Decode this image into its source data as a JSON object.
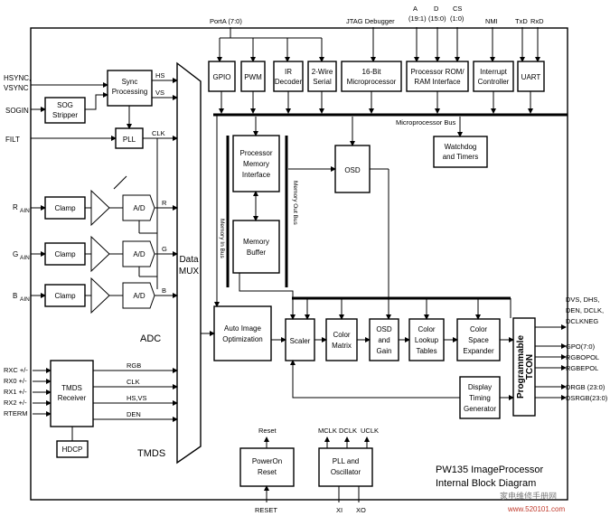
{
  "diagram": {
    "title_line1": "PW135 ImageProcessor",
    "title_line2": "Internal Block Diagram",
    "section_adc": "ADC",
    "section_tmds": "TMDS",
    "watermark_cn": "家电维修手册网",
    "watermark_url": "www.520101.com",
    "blocks": {
      "sync": [
        "Sync",
        "Processing"
      ],
      "sog": [
        "SOG",
        "Stripper"
      ],
      "pll": "PLL",
      "clamp": "Clamp",
      "ad": "A/D",
      "mux": [
        "Data",
        "MUX"
      ],
      "tmds_rx": [
        "TMDS",
        "Receiver"
      ],
      "hdcp": "HDCP",
      "gpio": "GPIO",
      "pwm": "PWM",
      "ir": [
        "IR",
        "Decoder"
      ],
      "serial": [
        "2-Wire",
        "Serial"
      ],
      "micro": [
        "16-Bit",
        "Microprocessor"
      ],
      "rom": [
        "Processor ROM/",
        "RAM Interface"
      ],
      "intc": [
        "Interrupt",
        "Controller"
      ],
      "uart": "UART",
      "watchdog": [
        "Watchdog",
        "and Timers"
      ],
      "pmi": [
        "Processor",
        "Memory",
        "Interface"
      ],
      "membuf": [
        "Memory",
        "Buffer"
      ],
      "osd_top": "OSD",
      "autoimg": [
        "Auto Image",
        "Optimization"
      ],
      "scaler": "Scaler",
      "colormatrix": [
        "Color",
        "Matrix"
      ],
      "osdgain": [
        "OSD",
        "and",
        "Gain"
      ],
      "lut": [
        "Color",
        "Lookup",
        "Tables"
      ],
      "csexp": [
        "Color",
        "Space",
        "Expander"
      ],
      "tcon": [
        "Programmable",
        "TCON"
      ],
      "dtg": [
        "Display",
        "Timing",
        "Generator"
      ],
      "reset": [
        "PowerOn",
        "Reset"
      ],
      "pllosc": [
        "PLL and",
        "Oscillator"
      ]
    },
    "bus_labels": {
      "micro_bus": "Microprocessor Bus",
      "mem_in_bus": "Memory In Bus",
      "mem_out_bus": "Memory Out Bus"
    },
    "inputs": {
      "hsync": "HSYNC,",
      "vsync": "VSYNC",
      "sogin": "SOGIN",
      "filt": "FILT",
      "rain": [
        "R",
        "AIN"
      ],
      "gain": [
        "G",
        "AIN"
      ],
      "bain": [
        "B",
        "AIN"
      ],
      "rxc": "RXC +/-",
      "rx0": "RX0 +/-",
      "rx1": "RX1 +/-",
      "rx2": "RX2 +/-",
      "rterm": "RTERM"
    },
    "signals": {
      "hs": "HS",
      "vs": "VS",
      "clk": "CLK",
      "r": "R",
      "g": "G",
      "b": "B",
      "rgb": "RGB",
      "clk2": "CLK",
      "hsvs": "HS,VS",
      "den": "DEN"
    },
    "top_pins": {
      "porta": "PortA (7:0)",
      "jtag": "JTAG Debugger",
      "a": "A",
      "a_w": "(19:1)",
      "d": "D",
      "d_w": "(15:0)",
      "cs": "CS",
      "cs_w": "(1:0)",
      "nmi": "NMI",
      "txd": "TxD",
      "rxd": "RxD"
    },
    "outputs": {
      "o1": "DVS, DHS,",
      "o2": "DEN, DCLK,",
      "o3": "DCLKNEG",
      "gpo": "GPO(7:0)",
      "rgbopol": "RGBOPOL",
      "rgbepol": "RGBEPOL",
      "drgb": "DRGB (23:0)",
      "dsrgb": "DSRGB(23:0)"
    },
    "bottom_pins": {
      "reset_top": "Reset",
      "reset_bottom": "RESET",
      "mclk": "MCLK",
      "dclk": "DCLK",
      "uclk": "UCLK",
      "xi": "XI",
      "xo": "XO"
    }
  }
}
